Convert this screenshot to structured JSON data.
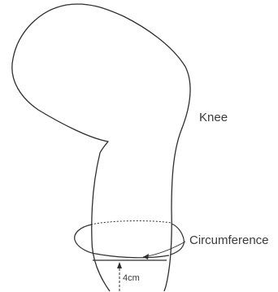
{
  "diagram": {
    "labels": {
      "knee": "Knee",
      "circumference": "Circumference",
      "measurement": "4cm"
    },
    "colors": {
      "outline": "#2f2f2f",
      "text": "#3a3a3a",
      "background": "#ffffff"
    }
  }
}
